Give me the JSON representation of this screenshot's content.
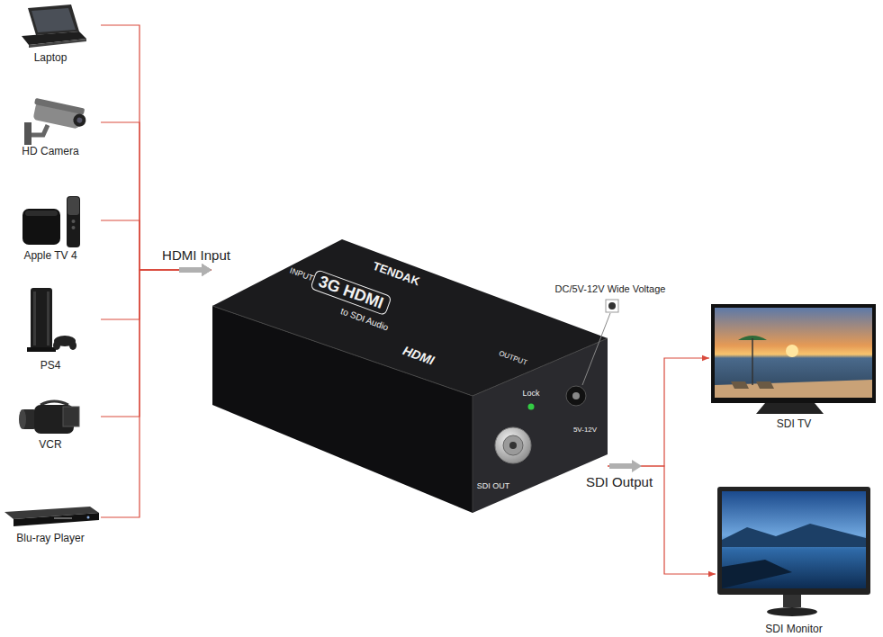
{
  "diagram": {
    "nodes": [
      {
        "text": [
          "Laptop"
        ]
      },
      {
        "text": [
          "HD Camera"
        ]
      },
      {
        "text": [
          "Apple TV 4"
        ]
      },
      {
        "text": [
          "PS4"
        ]
      },
      {
        "text": [
          "VCR"
        ]
      },
      {
        "text": [
          "Blu-ray Player"
        ]
      },
      {
        "text": [
          "INPUT",
          "TENDAK",
          "3G HDMI",
          "to SDI Audio",
          "HDMI",
          "OUTPUT",
          "Lock",
          "5V-12V",
          "SDI OUT"
        ]
      },
      {
        "text": [
          "SDI TV"
        ]
      },
      {
        "text": [
          "SDI Monitor"
        ]
      }
    ],
    "edges": [
      {
        "from": 0,
        "to": 6,
        "arrow": "to"
      },
      {
        "from": 1,
        "to": 6,
        "arrow": "to"
      },
      {
        "from": 2,
        "to": 6,
        "arrow": "to"
      },
      {
        "from": 3,
        "to": 6,
        "arrow": "to"
      },
      {
        "from": 4,
        "to": 6,
        "arrow": "to"
      },
      {
        "from": 5,
        "to": 6,
        "arrow": "to"
      },
      {
        "from": 6,
        "to": 7,
        "arrow": "to"
      },
      {
        "from": 6,
        "to": 8,
        "arrow": "to"
      }
    ],
    "labels": [
      "HDMI Input",
      "SDI Output",
      "DC/5V-12V Wide Voltage"
    ]
  }
}
